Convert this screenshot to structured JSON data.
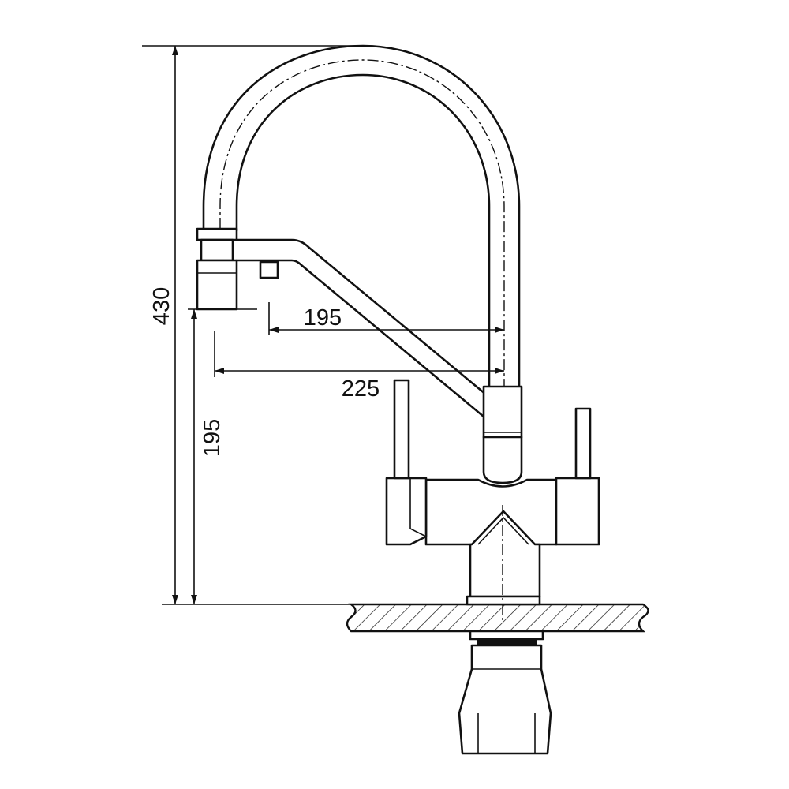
{
  "dimensions": {
    "total_height": "430",
    "spout_height": "195",
    "reach_short": "195",
    "reach_long": "225"
  }
}
